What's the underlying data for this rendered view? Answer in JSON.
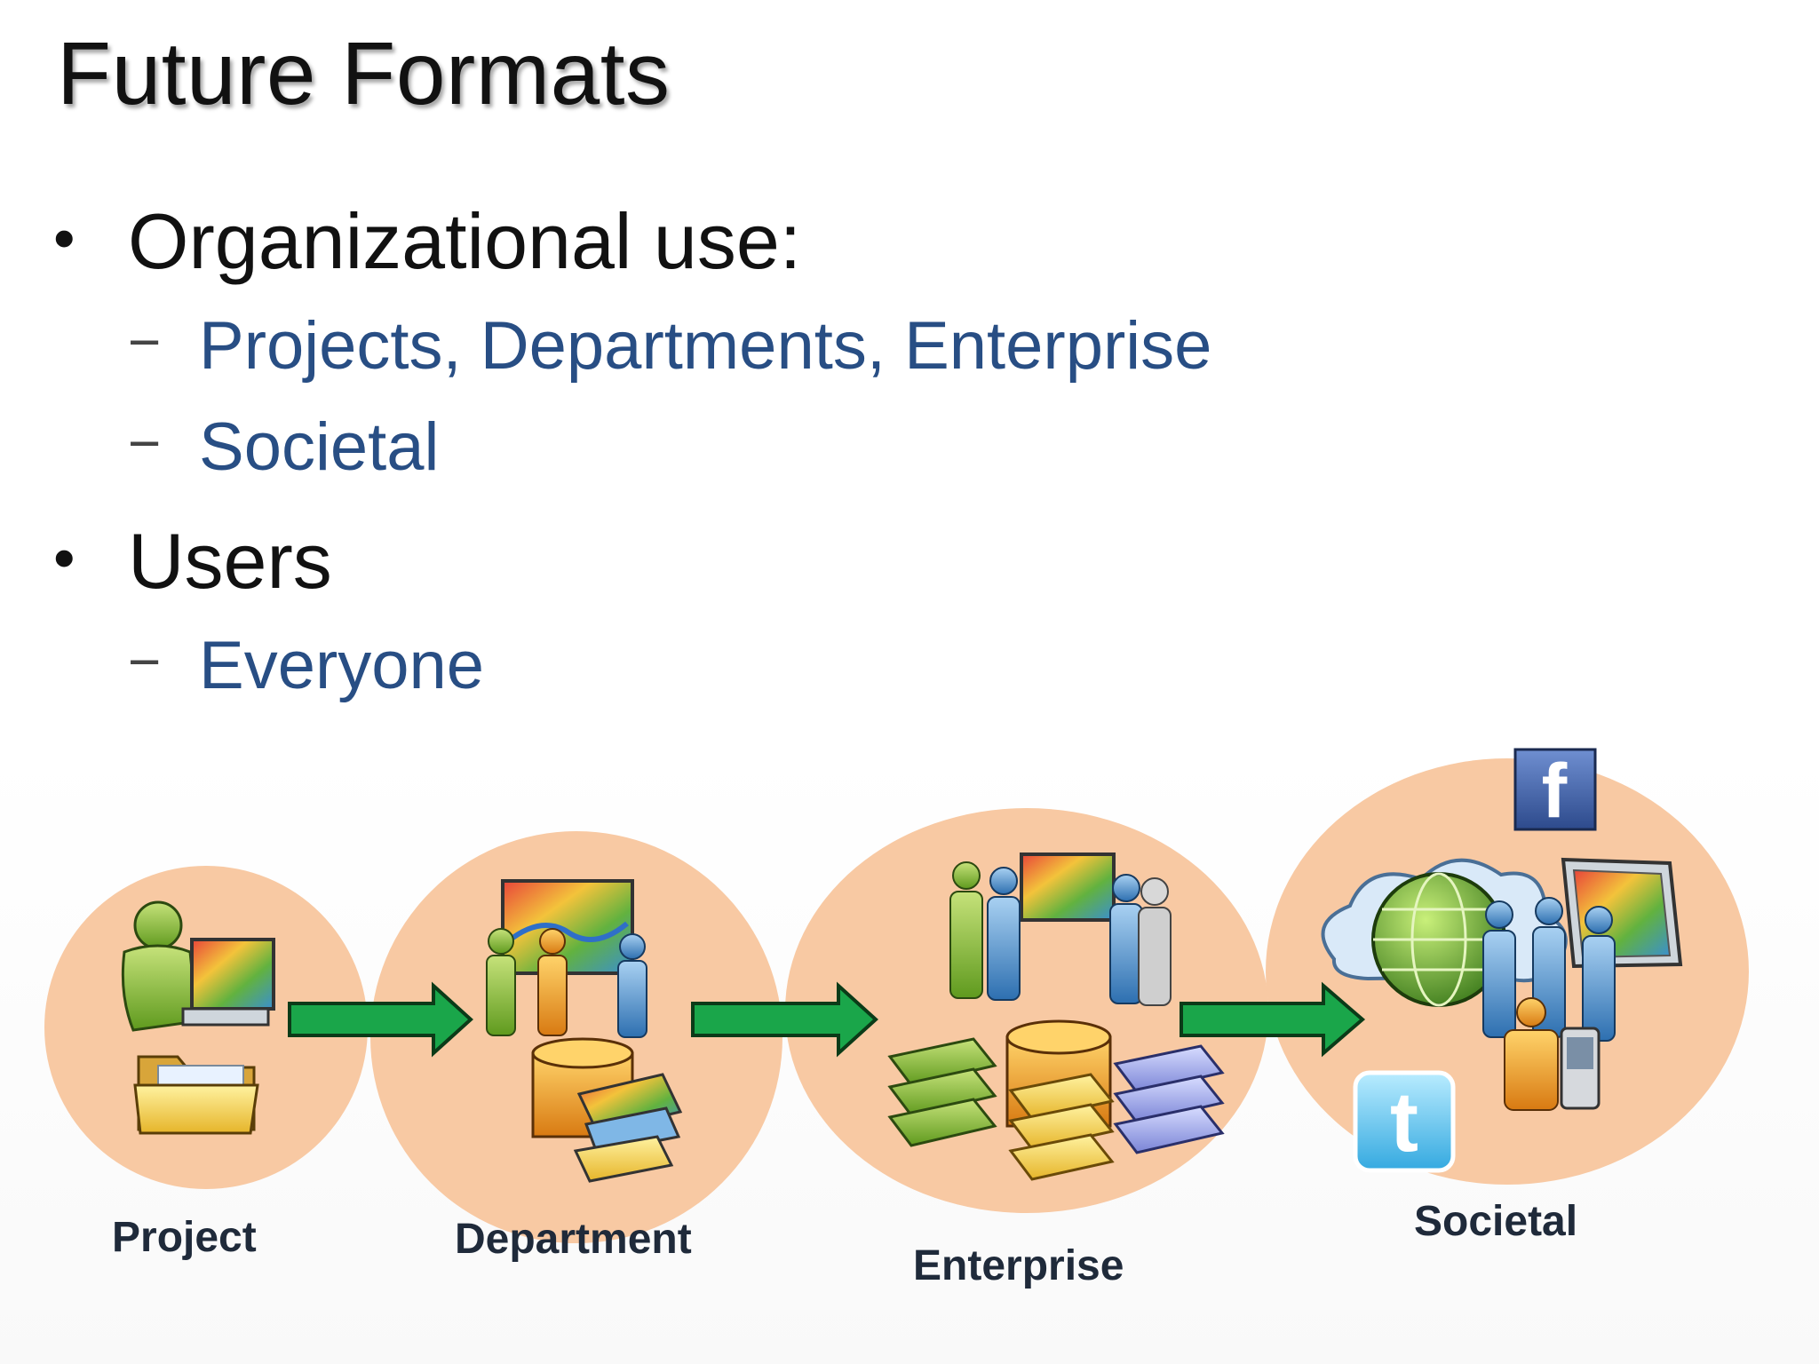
{
  "slide": {
    "title": "Future Formats",
    "bullets": [
      {
        "text": "Organizational use:",
        "subs": [
          "Projects, Departments, Enterprise",
          "Societal"
        ]
      },
      {
        "text": "Users",
        "subs": [
          "Everyone"
        ]
      }
    ],
    "bullet_glyph": "•",
    "dash_glyph": "−"
  },
  "diagram": {
    "stages": [
      {
        "label": "Project"
      },
      {
        "label": "Department"
      },
      {
        "label": "Enterprise"
      },
      {
        "label": "Societal"
      }
    ],
    "icons": {
      "facebook_glyph": "f",
      "twitter_glyph": "t"
    },
    "colors": {
      "circle": "#f8c9a3",
      "arrow": "#1aa64a",
      "text_blue": "#284e84"
    }
  }
}
